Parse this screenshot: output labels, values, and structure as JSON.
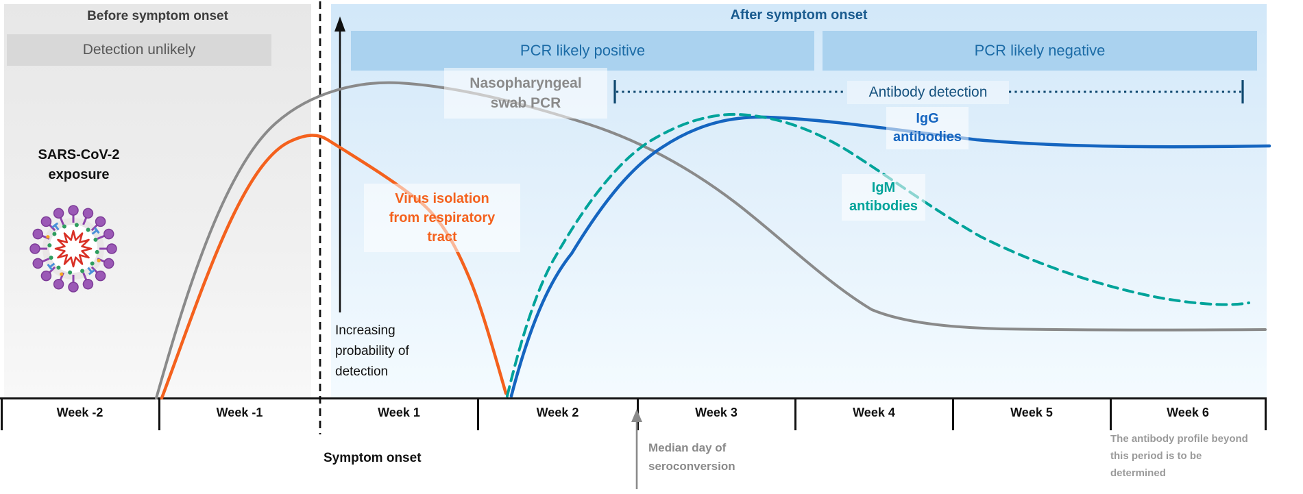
{
  "before_panel": {
    "title": "Before symptom onset",
    "banner": "Detection unlikely",
    "exposure": {
      "lines": [
        "SARS-CoV-2",
        "exposure"
      ]
    }
  },
  "after_panel": {
    "title": "After symptom onset",
    "pcr_positive": "PCR likely positive",
    "pcr_negative": "PCR likely negative",
    "antibody_detection": "Antibody detection"
  },
  "curve_labels": {
    "pcr_swab": {
      "lines": [
        "Nasopharyngeal",
        "swab PCR"
      ],
      "color": "#8a8a8a"
    },
    "virus_isolation": {
      "lines": [
        "Virus isolation",
        "from respiratory",
        "tract"
      ],
      "color": "#f4611d"
    },
    "igg": {
      "lines": [
        "IgG",
        "antibodies"
      ],
      "color": "#1565c0"
    },
    "igm": {
      "lines": [
        "IgM",
        "antibodies"
      ],
      "color": "#00a39a"
    }
  },
  "annotations": {
    "increasing": {
      "lines": [
        "Increasing",
        "probability of",
        "detection"
      ]
    },
    "symptom_onset": "Symptom onset",
    "median": {
      "lines": [
        "Median day of",
        "seroconversion"
      ]
    },
    "footnote": {
      "lines": [
        "The antibody profile beyond",
        "this period is to be",
        "determined"
      ]
    }
  },
  "axis": {
    "weeks": [
      "Week -2",
      "Week -1",
      "Week 1",
      "Week 2",
      "Week 3",
      "Week 4",
      "Week 5",
      "Week 6"
    ]
  },
  "chart_data": {
    "type": "line",
    "x_categories": [
      "Week -2",
      "Week -1",
      "Week 1",
      "Week 2",
      "Week 3",
      "Week 4",
      "Week 5",
      "Week 6"
    ],
    "y_axis": "Probability of detection (schematic, unlabeled)",
    "series": [
      {
        "name": "Nasopharyngeal swab PCR",
        "color": "#8a8a8a",
        "style": "solid",
        "summary": "Rises from start of week -1, peaks near symptom onset / week 1, declines through weeks 2-4, flattens low in weeks 5-6"
      },
      {
        "name": "Virus isolation from respiratory tract",
        "color": "#f4611d",
        "style": "solid",
        "summary": "Rises from start of week -1, peaks just before symptom onset, falls to baseline early in week 2"
      },
      {
        "name": "IgG antibodies",
        "color": "#1565c0",
        "style": "solid",
        "summary": "Rises from start of week 2, peaks around week 3, declines very slowly through week 6"
      },
      {
        "name": "IgM antibodies",
        "color": "#00a39a",
        "style": "dashed",
        "summary": "Rises from start of week 2, peaks around week 3, declines faster than IgG through week 6"
      }
    ],
    "event_markers": [
      "Symptom onset (dashed line between Week -1 and Week 1)",
      "Median day of seroconversion (arrow at Week 2 / Week 3 boundary)"
    ]
  },
  "colors": {
    "panel_before_bg": "#e9e9e9",
    "panel_after_bg": "#d9ecfa",
    "pcr_bar_bg": "#aad2ef",
    "bar_text": "#1b6ba6",
    "after_title_text": "#1a5b8f",
    "antibody_line": "#0e486f",
    "gray_curve": "#8a8a8a",
    "orange_curve": "#f4611d",
    "blue_curve": "#1565c0",
    "teal_curve": "#00a39a",
    "virus_spike_purple": "#9b59b6",
    "virus_rna_red": "#d93025"
  }
}
